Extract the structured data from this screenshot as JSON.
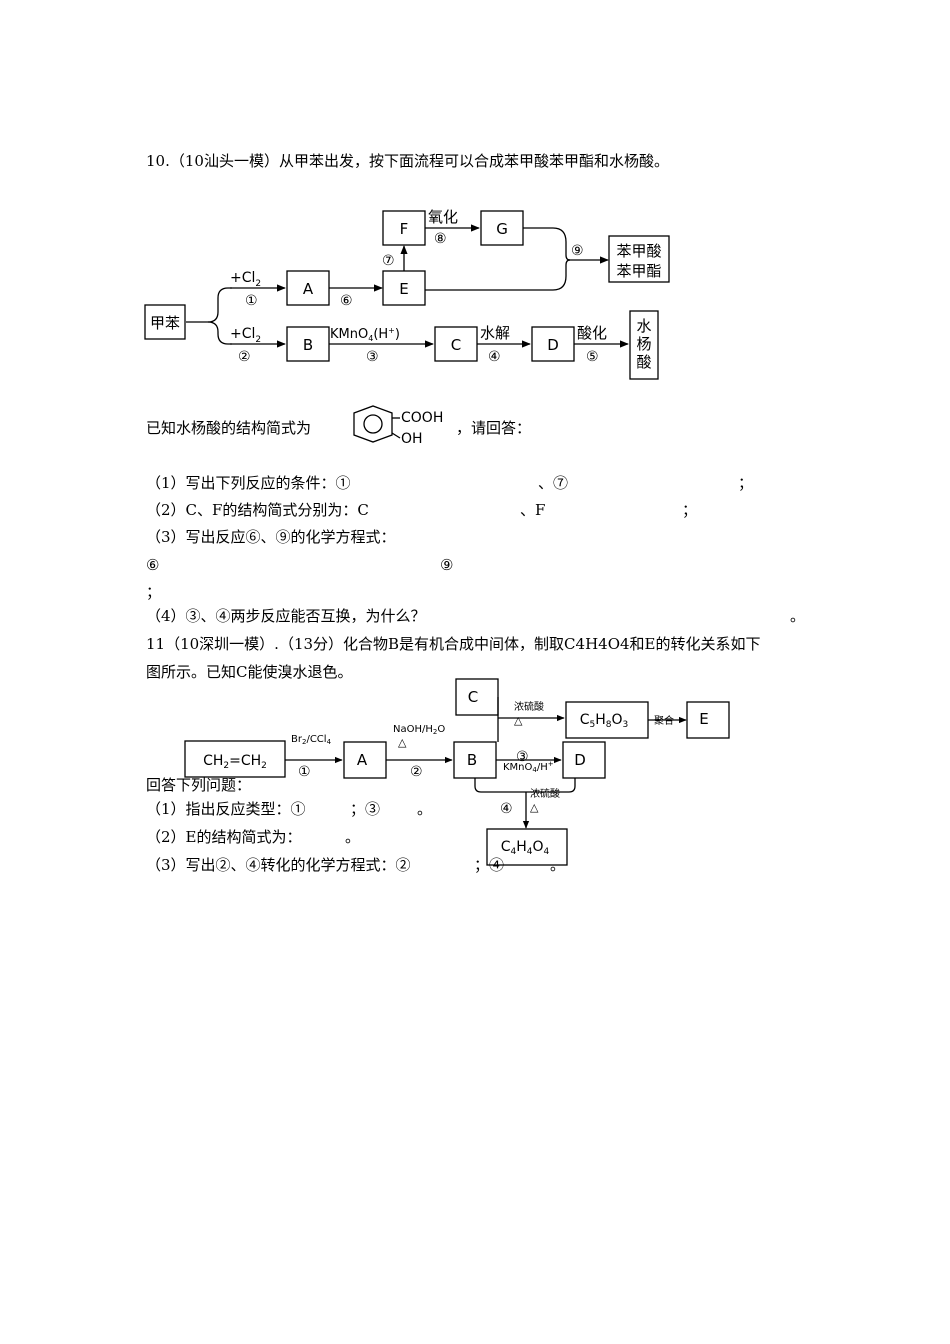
{
  "q10": {
    "title": "10.（10汕头一模）从甲苯出发，按下面流程可以合成苯甲酸苯甲酯和水杨酸。",
    "diagram": {
      "start": "甲苯",
      "A": "A",
      "B": "B",
      "C": "C",
      "D": "D",
      "E": "E",
      "F": "F",
      "G": "G",
      "product1_line1": "苯甲",
      "product1_line1b": "酸",
      "product1_line2": "苯甲酯",
      "product2": [
        "水",
        "杨",
        "酸"
      ],
      "reagent_cl2_top": "+Cl",
      "reagent_cl2_bottom": "+Cl",
      "sub2": "2",
      "kmno4": "KMnO",
      "kmno4_sub": "4",
      "kmno4_h": "(H",
      "kmno4_plus": "+",
      "kmno4_close": ")",
      "oxidation": "氧化",
      "hydrolysis": "水解",
      "acidify": "酸化",
      "step1": "①",
      "step2": "②",
      "step3": "③",
      "step4": "④",
      "step5": "⑤",
      "step6": "⑥",
      "step7": "⑦",
      "step8": "⑧",
      "step9": "⑨"
    },
    "structure_intro": "已知水杨酸的结构简式为",
    "structure_cooh": "COOH",
    "structure_oh": "OH",
    "structure_after": "，请回答：",
    "lines": {
      "l1a": "（1）写出下列反应的条件：①",
      "l1b": "、⑦",
      "l1c": "；",
      "l2a": "（2）C、F的结构简式分别为：C",
      "l2b": "、F",
      "l2c": "；",
      "l3": "（3）写出反应⑥、⑨的化学方程式：",
      "l4a": "⑥",
      "l4b": "⑨",
      "l5": "；",
      "l6a": "（4）③、④两步反应能否互换，为什么？",
      "l6b": "。"
    }
  },
  "q11": {
    "title_line1": "11（10深圳一模）.（13分）化合物B是有机合成中间体，制取C4H4O4和E的转化关系如下",
    "title_line2": "图所示。已知C能使溴水退色。",
    "diagram": {
      "ethene": "CH",
      "ethene_sub1": "2",
      "ethene_mid": "=CH",
      "ethene_sub2": "2",
      "A": "A",
      "B": "B",
      "C": "C",
      "D": "D",
      "E": "E",
      "c5": "C",
      "c5_sub1": "5",
      "h8": "H",
      "h8_sub": "8",
      "o3": "O",
      "o3_sub": "3",
      "c4": "C",
      "c4_sub1": "4",
      "h4": "H",
      "h4_sub": "4",
      "o4": "O",
      "o4_sub": "4",
      "br2": "Br",
      "br2_sub": "2",
      "ccl4": "/CCl",
      "ccl4_sub": "4",
      "naoh": "NaOH/H",
      "naoh_sub": "2",
      "naoh_o": "O",
      "heat": "△",
      "conc_h2so4": "浓硫酸",
      "kmno4": "KMnO",
      "kmno4_sub": "4",
      "kmno4_h": "/H",
      "kmno4_plus": "+",
      "polymerize": "聚合",
      "step1": "①",
      "step2": "②",
      "step3": "③",
      "step4": "④"
    },
    "lines": {
      "l0": "回答下列问题：",
      "l1a": "（1）指出反应类型：①",
      "l1b": "；③",
      "l1c": "。",
      "l2a": "（2）E的结构简式为：",
      "l2b": "。",
      "l3a": "（3）写出②、④转化的化学方程式：②",
      "l3b": "；④",
      "l3c": "。"
    }
  }
}
